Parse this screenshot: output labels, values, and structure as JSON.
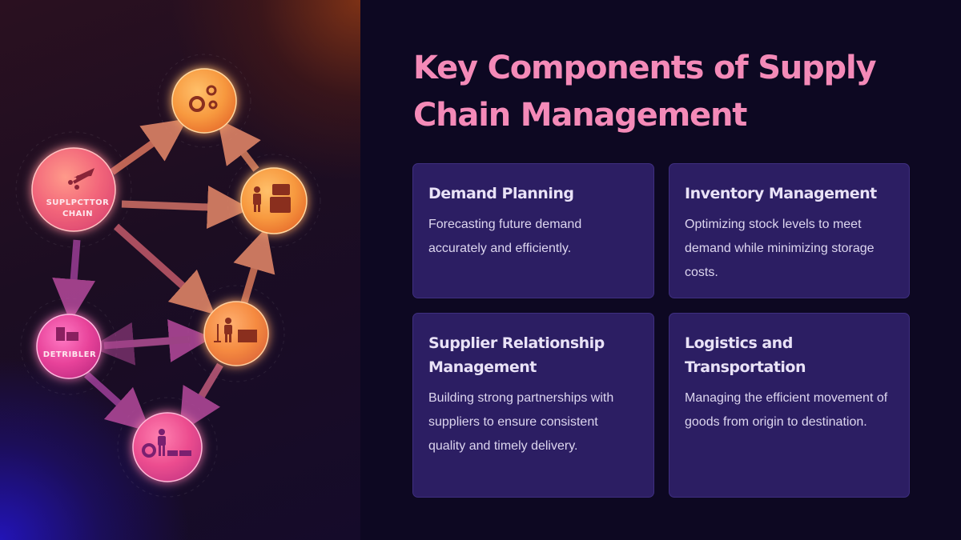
{
  "slide": {
    "title": "Key Components of Supply Chain Management",
    "accent_color": "#f48ab8",
    "card_color": "#2c1e63",
    "background_color": "#0d0822"
  },
  "diagram": {
    "nodes": [
      {
        "id": "supply-chain-hub",
        "label_line1": "SUPLPCTTOR",
        "label_line2": "CHAIN",
        "icon": "network-arrow-icon",
        "color": "#f0607a"
      },
      {
        "id": "production",
        "label_line1": "",
        "icon": "gears-icon",
        "color": "#f7a04a"
      },
      {
        "id": "documentation",
        "label_line1": "",
        "icon": "person-documents-icon",
        "color": "#f79a45"
      },
      {
        "id": "distributor",
        "label_line1": "DETRIBLER",
        "icon": "document-box-icon",
        "color": "#e8439a"
      },
      {
        "id": "warehouse",
        "label_line1": "",
        "icon": "worker-package-icon",
        "color": "#f5883e"
      },
      {
        "id": "delivery",
        "label_line1": "",
        "icon": "gear-worker-boxes-icon",
        "color": "#ee4a8f"
      }
    ]
  },
  "cards": [
    {
      "title": "Demand Planning",
      "description": "Forecasting future demand accurately and efficiently."
    },
    {
      "title": "Inventory Management",
      "description": "Optimizing stock levels to meet demand while minimizing storage costs."
    },
    {
      "title": "Supplier Relationship Management",
      "description": "Building strong partnerships with suppliers to ensure consistent quality and timely delivery."
    },
    {
      "title": "Logistics and Transportation",
      "description": "Managing the efficient movement of goods from origin to destination."
    }
  ]
}
